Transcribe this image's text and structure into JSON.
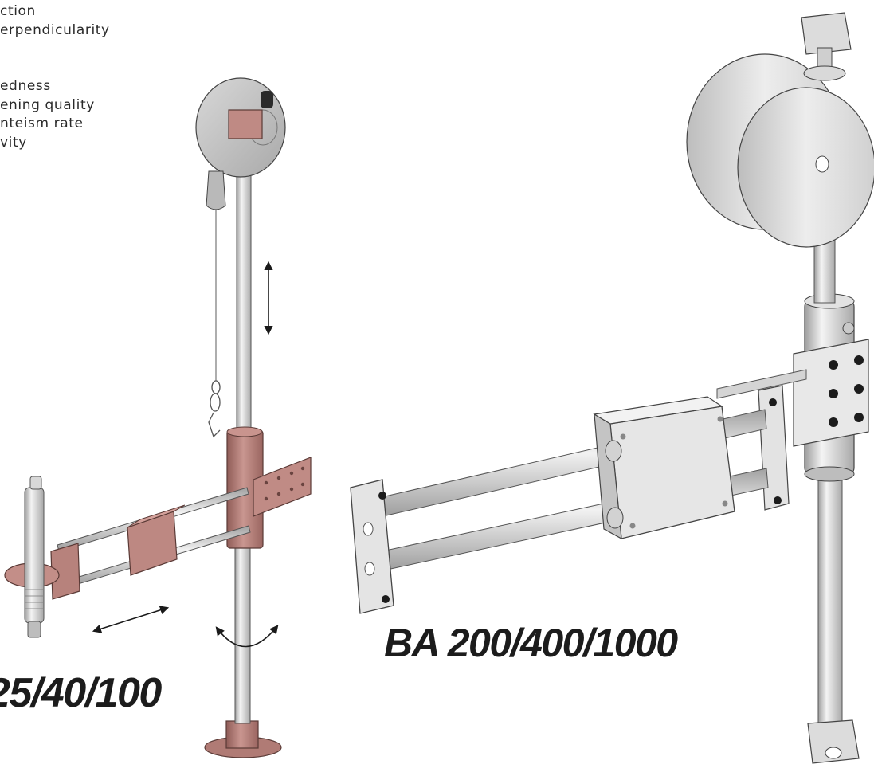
{
  "features": [
    "ction",
    "erpendicularity",
    "",
    "",
    "edness",
    "ening quality",
    "nteism rate",
    "vity"
  ],
  "models": {
    "small": "25/40/100",
    "large": "BA 200/400/1000"
  },
  "colors": {
    "small_arm_body": "#b9807a",
    "small_arm_shade": "#8f5c57",
    "metal_light": "#e6e6e6",
    "metal_mid": "#c6c6c6",
    "metal_dark": "#9a9a9a",
    "outline": "#3a3a3a"
  },
  "icons": {
    "vertical_motion": "double-arrow-vertical-icon",
    "horizontal_motion": "double-arrow-diagonal-icon",
    "rotation": "rotation-arrow-icon"
  }
}
